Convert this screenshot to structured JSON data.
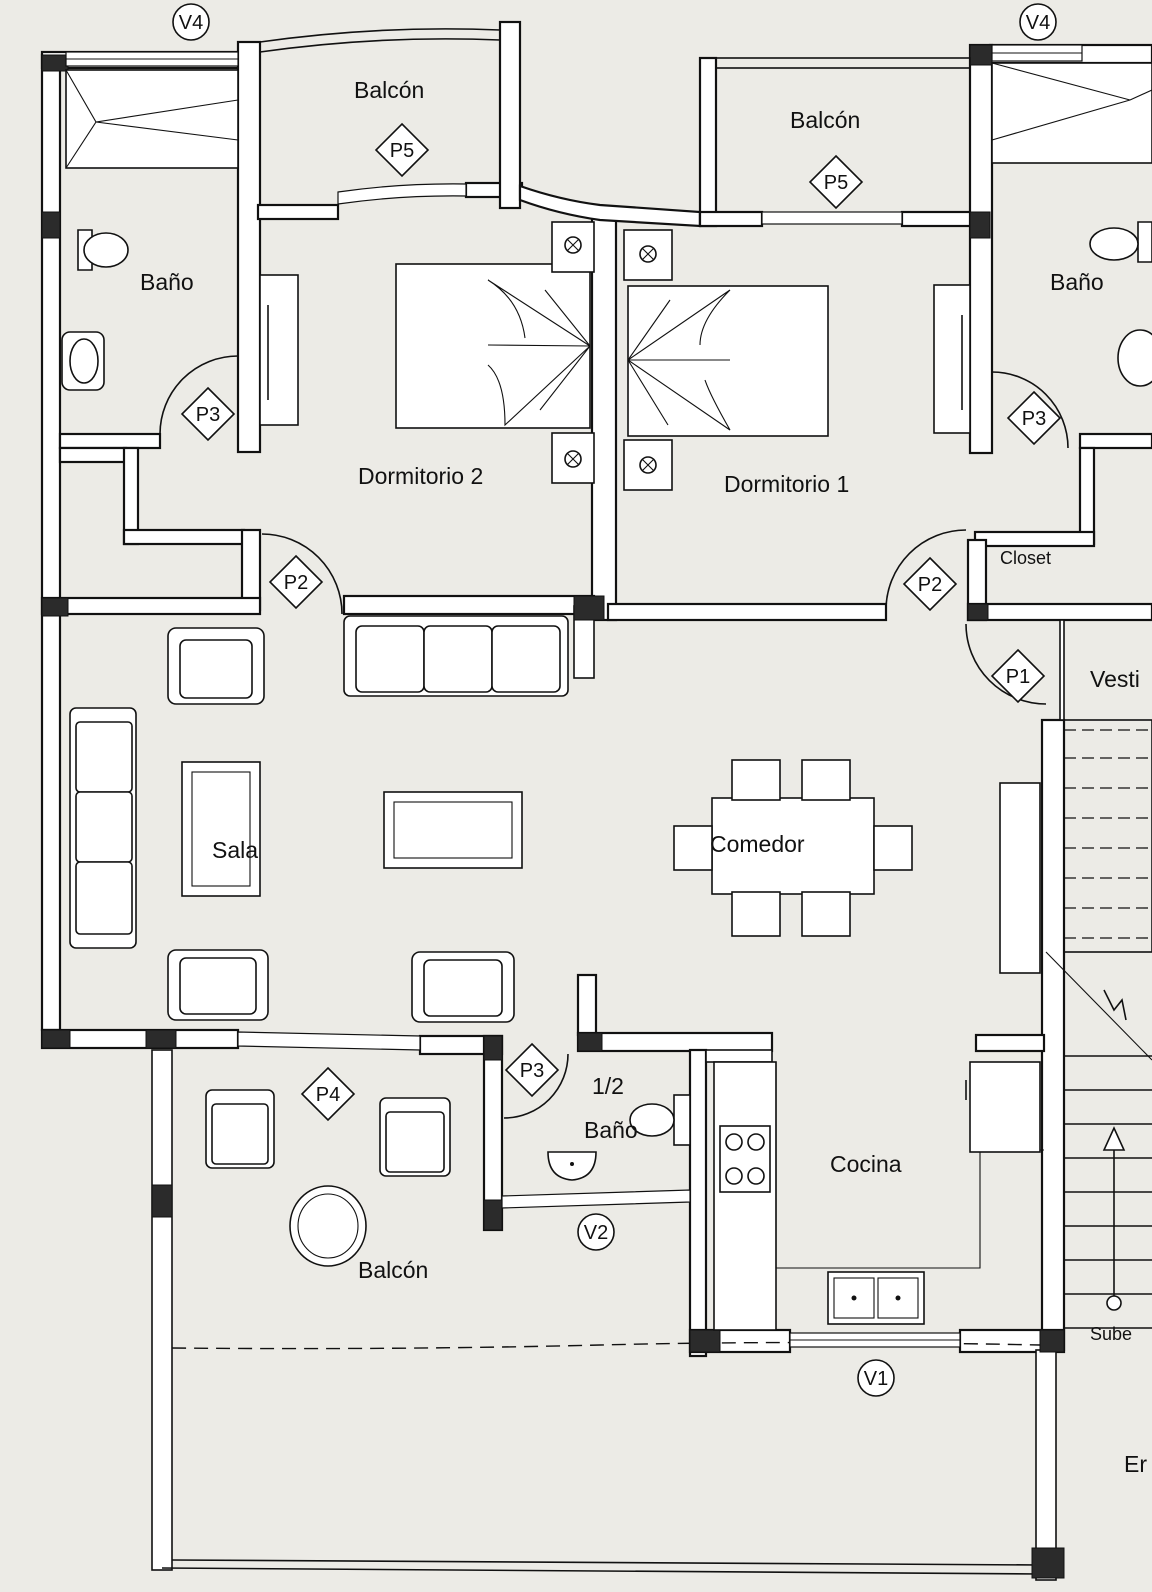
{
  "rooms": {
    "balcon_top_left": "Balcón",
    "balcon_top_right": "Balcón",
    "bano_left": "Baño",
    "bano_right": "Baño",
    "dormitorio_2": "Dormitorio 2",
    "dormitorio_1": "Dormitorio 1",
    "closet": "Closet",
    "vestibulo": "Vesti",
    "sala": "Sala",
    "comedor": "Comedor",
    "medio_bano_fraction": "1/2",
    "medio_bano": "Baño",
    "cocina": "Cocina",
    "balcon_bottom": "Balcón",
    "sube": "Sube",
    "entrada_partial": "Er"
  },
  "tags": {
    "v4_left": "V4",
    "v4_right": "V4",
    "p5_left": "P5",
    "p5_right": "P5",
    "p3_left": "P3",
    "p3_right": "P3",
    "p2_left": "P2",
    "p2_right": "P2",
    "p1": "P1",
    "p4": "P4",
    "p3_half_bath": "P3",
    "v2": "V2",
    "v1": "V1"
  }
}
